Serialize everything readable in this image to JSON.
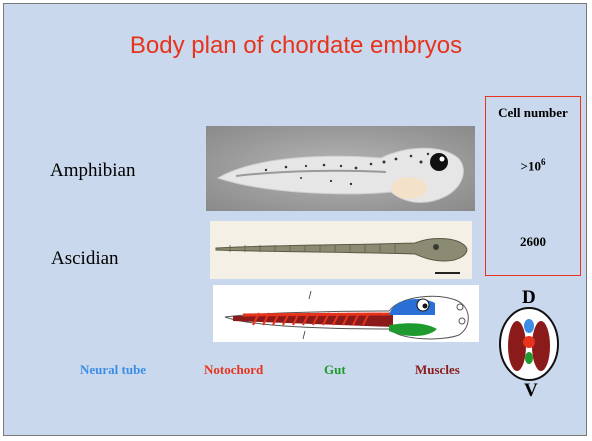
{
  "title": "Body plan of chordate embryos",
  "rows": {
    "amphibian": {
      "label": "Amphibian",
      "cell_number": ">10",
      "cell_number_exp": "6"
    },
    "ascidian": {
      "label": "Ascidian",
      "cell_number": "2600"
    }
  },
  "cell_number_header": "Cell number",
  "legend": [
    {
      "label": "Neural tube",
      "color": "#3a8ee6"
    },
    {
      "label": "Notochord",
      "color": "#e8331c"
    },
    {
      "label": "Gut",
      "color": "#1f9a2e"
    },
    {
      "label": "Muscles",
      "color": "#8b1a1a"
    }
  ],
  "axis": {
    "dorsal": "D",
    "ventral": "V"
  }
}
